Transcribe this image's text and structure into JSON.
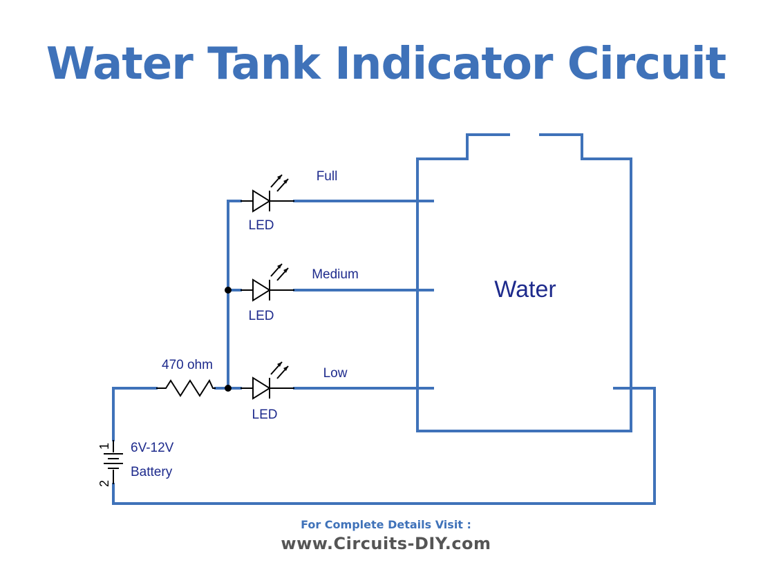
{
  "title": "Water Tank Indicator Circuit",
  "diagram": {
    "levels": [
      {
        "label": "Full",
        "led_label": "LED"
      },
      {
        "label": "Medium",
        "led_label": "LED"
      },
      {
        "label": "Low",
        "led_label": "LED"
      }
    ],
    "tank_label": "Water",
    "resistor_label": "470 ohm",
    "battery_voltage": "6V-12V",
    "battery_label": "Battery",
    "battery_pin_1": "1",
    "battery_pin_2": "2",
    "wire_color": "#3f72b9",
    "label_color": "#1d2a8c"
  },
  "footer": {
    "line1": "For Complete Details Visit :",
    "line2": "www.Circuits-DIY.com"
  }
}
